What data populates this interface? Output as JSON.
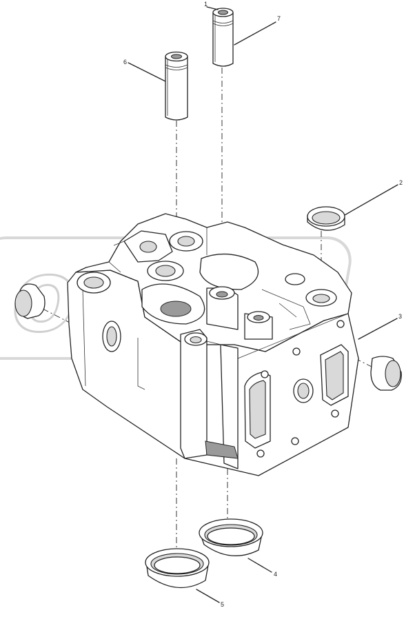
{
  "callouts": [
    {
      "id": "c1",
      "label": "1"
    },
    {
      "id": "c2",
      "label": "2"
    },
    {
      "id": "c3",
      "label": "3"
    },
    {
      "id": "c4",
      "label": "4"
    },
    {
      "id": "c5",
      "label": "5"
    },
    {
      "id": "c6",
      "label": "6"
    },
    {
      "id": "c7",
      "label": "7"
    }
  ],
  "watermark": {
    "text": "ORFY"
  }
}
